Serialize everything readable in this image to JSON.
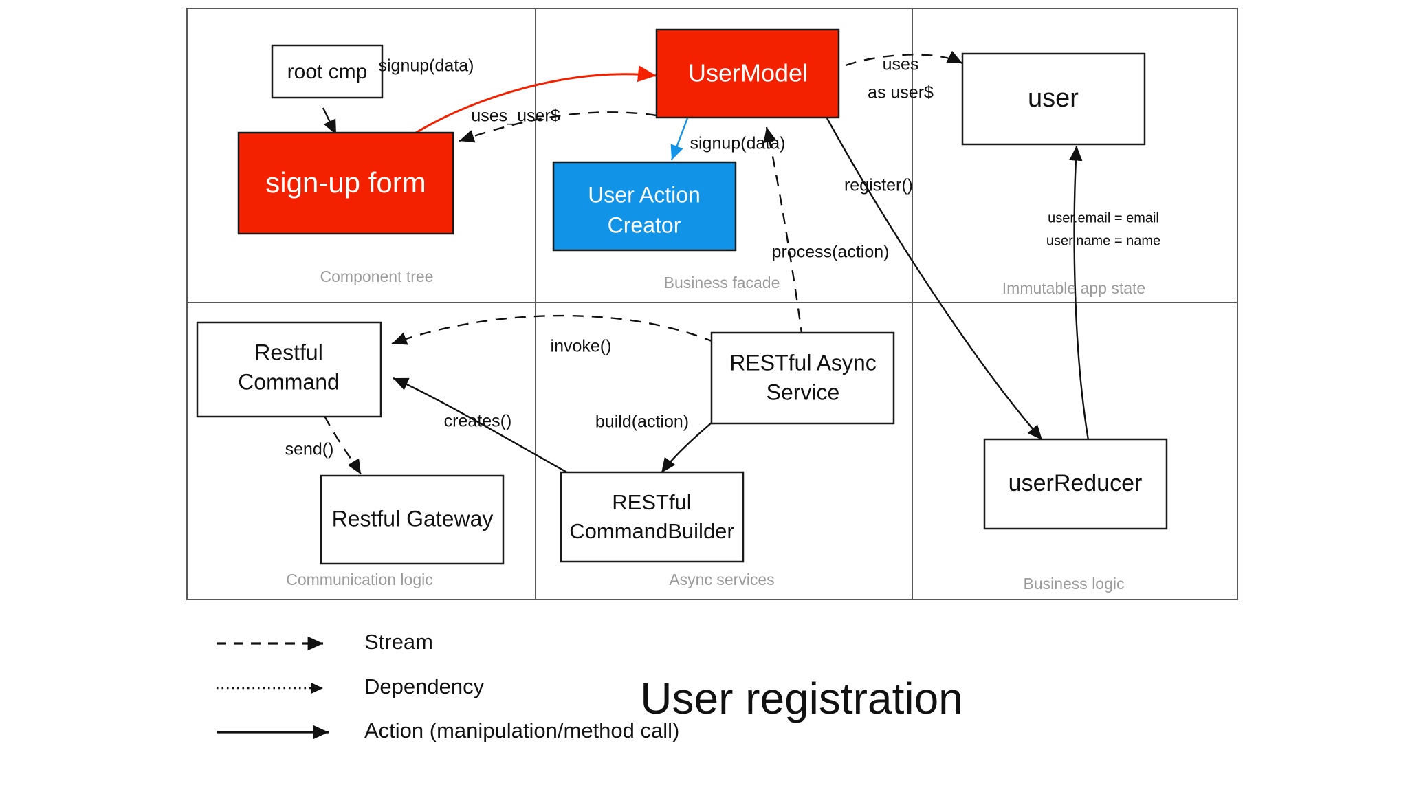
{
  "diagram": {
    "title": "User registration",
    "colors": {
      "red": "#f42100",
      "blue": "#1193e8",
      "grid": "#5a5a5a",
      "caption": "#9b9b9b",
      "text": "#111111"
    },
    "panels": [
      {
        "id": "component-tree",
        "caption": "Component tree"
      },
      {
        "id": "business-facade",
        "caption": "Business facade"
      },
      {
        "id": "immutable-app-state",
        "caption": "Immutable app state"
      },
      {
        "id": "communication-logic",
        "caption": "Communication logic"
      },
      {
        "id": "async-services",
        "caption": "Async services"
      },
      {
        "id": "business-logic",
        "caption": "Business logic"
      }
    ],
    "nodes": [
      {
        "id": "root-cmp",
        "label": "root cmp",
        "style": "plain"
      },
      {
        "id": "sign-up-form",
        "label": "sign-up form",
        "style": "red"
      },
      {
        "id": "user-model",
        "label": "UserModel",
        "style": "red"
      },
      {
        "id": "user-action-creator-l1",
        "label": "User Action",
        "style": "blue"
      },
      {
        "id": "user-action-creator-l2",
        "label": "Creator",
        "style": "blue"
      },
      {
        "id": "user",
        "label": "user",
        "style": "plain"
      },
      {
        "id": "restful-command-l1",
        "label": "Restful",
        "style": "plain"
      },
      {
        "id": "restful-command-l2",
        "label": "Command",
        "style": "plain"
      },
      {
        "id": "restful-gateway",
        "label": "Restful Gateway",
        "style": "plain"
      },
      {
        "id": "restful-async-l1",
        "label": "RESTful Async",
        "style": "plain"
      },
      {
        "id": "restful-async-l2",
        "label": "Service",
        "style": "plain"
      },
      {
        "id": "restful-builder-l1",
        "label": "RESTful",
        "style": "plain"
      },
      {
        "id": "restful-builder-l2",
        "label": "CommandBuilder",
        "style": "plain"
      },
      {
        "id": "user-reducer",
        "label": "userReducer",
        "style": "plain"
      }
    ],
    "edge_labels": [
      {
        "id": "signup-data-1",
        "text": "signup(data)",
        "kind": "action"
      },
      {
        "id": "uses-user-dollar",
        "text": "uses_user$",
        "kind": "stream"
      },
      {
        "id": "uses-1",
        "text": "uses",
        "kind": "stream"
      },
      {
        "id": "as-user-dollar",
        "text": "as user$",
        "kind": "stream"
      },
      {
        "id": "signup-data-2",
        "text": "signup(data)",
        "kind": "action"
      },
      {
        "id": "register",
        "text": "register()",
        "kind": "action"
      },
      {
        "id": "process-action",
        "text": "process(action)",
        "kind": "stream"
      },
      {
        "id": "invoke",
        "text": "invoke()",
        "kind": "stream"
      },
      {
        "id": "creates",
        "text": "creates()",
        "kind": "action"
      },
      {
        "id": "build-action",
        "text": "build(action)",
        "kind": "action"
      },
      {
        "id": "send",
        "text": "send()",
        "kind": "stream"
      },
      {
        "id": "user-email",
        "text": "user.email = email",
        "kind": "note"
      },
      {
        "id": "user-name",
        "text": "user.name = name",
        "kind": "note"
      }
    ],
    "legend": [
      {
        "id": "stream",
        "label": "Stream",
        "line": "dashed"
      },
      {
        "id": "dependency",
        "label": "Dependency",
        "line": "dotted"
      },
      {
        "id": "action",
        "label": "Action (manipulation/method call)",
        "line": "solid"
      }
    ]
  }
}
